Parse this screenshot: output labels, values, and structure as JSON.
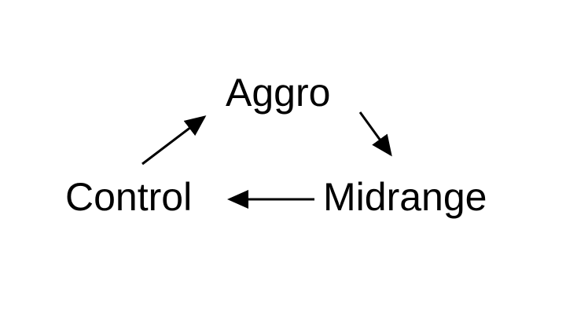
{
  "nodes": {
    "aggro": "Aggro",
    "control": "Control",
    "midrange": "Midrange"
  },
  "edges": [
    {
      "from": "Control",
      "to": "Aggro"
    },
    {
      "from": "Aggro",
      "to": "Midrange"
    },
    {
      "from": "Midrange",
      "to": "Control"
    }
  ],
  "colors": {
    "text": "#000000",
    "arrow": "#000000",
    "background": "#ffffff"
  }
}
